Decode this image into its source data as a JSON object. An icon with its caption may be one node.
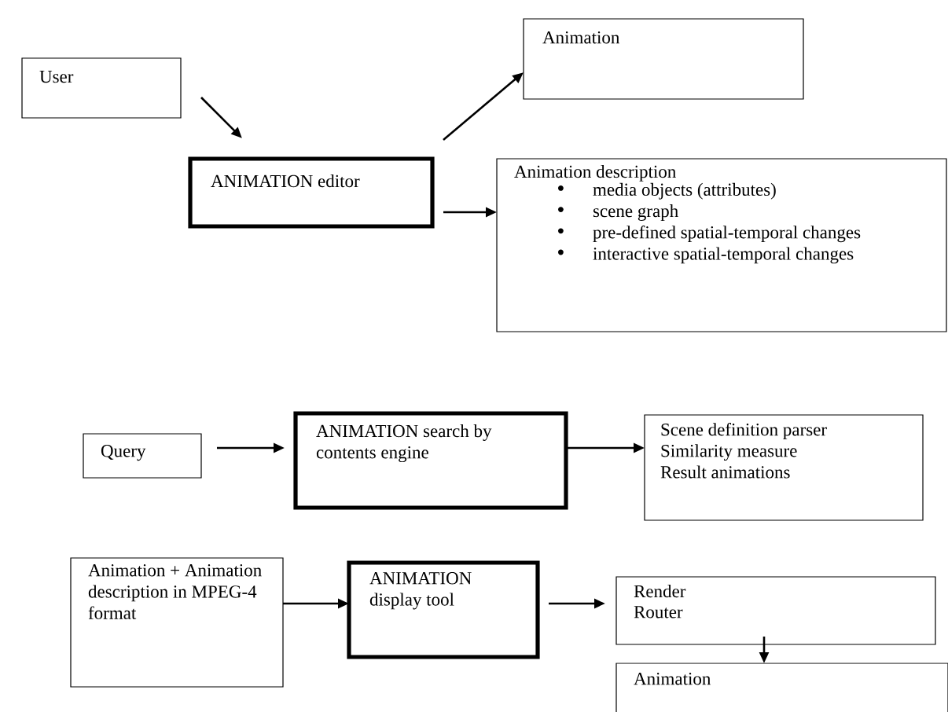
{
  "diagram": {
    "nodes": [
      {
        "text": [
          "User"
        ]
      },
      {
        "text": [
          "Animation"
        ]
      },
      {
        "text": [
          "ANIMATION editor"
        ]
      },
      {
        "text": [
          "Animation description",
          "media objects (attributes)",
          "scene graph",
          "pre-defined spatial-temporal changes",
          "interactive spatial-temporal changes"
        ]
      },
      {
        "text": [
          "Query"
        ]
      },
      {
        "text": [
          "ANIMATION search by contents engine"
        ]
      },
      {
        "text": [
          "Scene definition parser",
          "Similarity measure",
          "Result animations"
        ]
      },
      {
        "text": [
          "Animation + Animation description in MPEG-4 format"
        ]
      },
      {
        "text": [
          "ANIMATION display tool"
        ]
      },
      {
        "text": [
          "Render",
          "Router"
        ]
      },
      {
        "text": [
          "Animation"
        ]
      }
    ],
    "edges": [
      {
        "from": 0,
        "to": 2,
        "arrow": "to"
      },
      {
        "from": 2,
        "to": 1,
        "arrow": "to"
      },
      {
        "from": 2,
        "to": 3,
        "arrow": "to"
      },
      {
        "from": 4,
        "to": 5,
        "arrow": "to"
      },
      {
        "from": 5,
        "to": 6,
        "arrow": "to"
      },
      {
        "from": 7,
        "to": 8,
        "arrow": "to"
      },
      {
        "from": 8,
        "to": 9,
        "arrow": "to"
      },
      {
        "from": 9,
        "to": 10,
        "arrow": "to"
      }
    ]
  }
}
